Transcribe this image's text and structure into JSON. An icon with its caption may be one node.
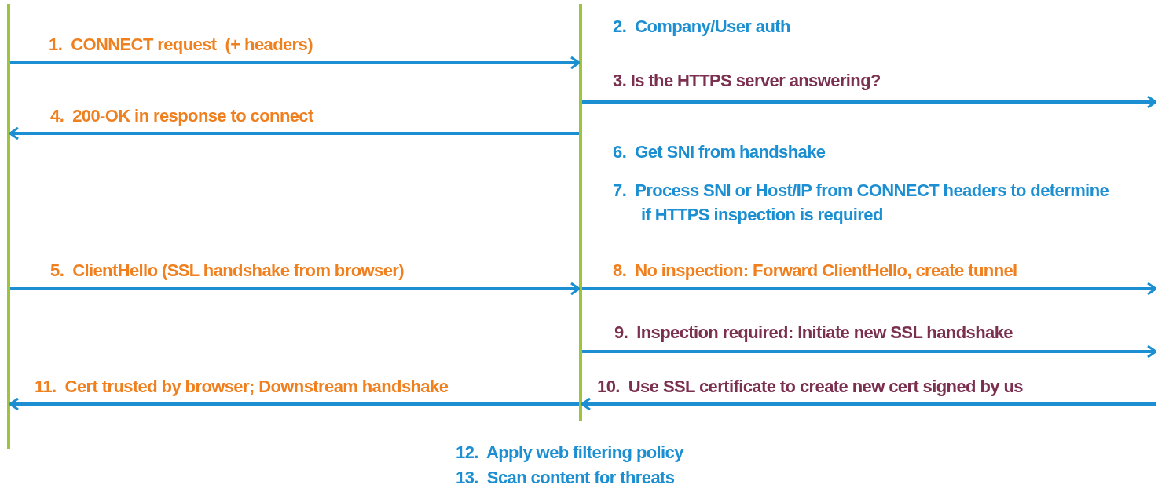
{
  "diagram": {
    "nodes": [
      {
        "text": [],
        "shape": "bar"
      },
      {
        "text": [],
        "shape": "bar"
      }
    ],
    "edges": [
      {
        "from": 0,
        "to": 1,
        "arrow": "to",
        "label": "1.  CONNECT request  (+ headers)"
      },
      {
        "from": 1,
        "to": null,
        "arrow": "to",
        "label": "3. Is the HTTPS server answering?"
      },
      {
        "from": 1,
        "to": 0,
        "arrow": "to",
        "label": "4.  200-OK in response to connect"
      },
      {
        "from": 0,
        "to": 1,
        "arrow": "to",
        "label": "5.  ClientHello (SSL handshake from browser)"
      },
      {
        "from": 1,
        "to": null,
        "arrow": "to",
        "label": "8.  No inspection: Forward ClientHello, create tunnel"
      },
      {
        "from": 1,
        "to": null,
        "arrow": "to",
        "label": "9.  Inspection required: Initiate new SSL handshake"
      },
      {
        "from": 1,
        "to": 0,
        "arrow": "to",
        "label": "11.  Cert trusted by browser; Downstream handshake"
      },
      {
        "from": null,
        "to": 1,
        "arrow": "to",
        "label": "10.  Use SSL certificate to create new cert signed by us"
      }
    ],
    "labels": [
      "2.  Company/User auth",
      "6.  Get SNI from handshake",
      "7.  Process SNI or Host/IP from CONNECT headers to determine if HTTPS inspection is required",
      "12.  Apply web filtering policy",
      "13.  Scan content for threats"
    ]
  }
}
